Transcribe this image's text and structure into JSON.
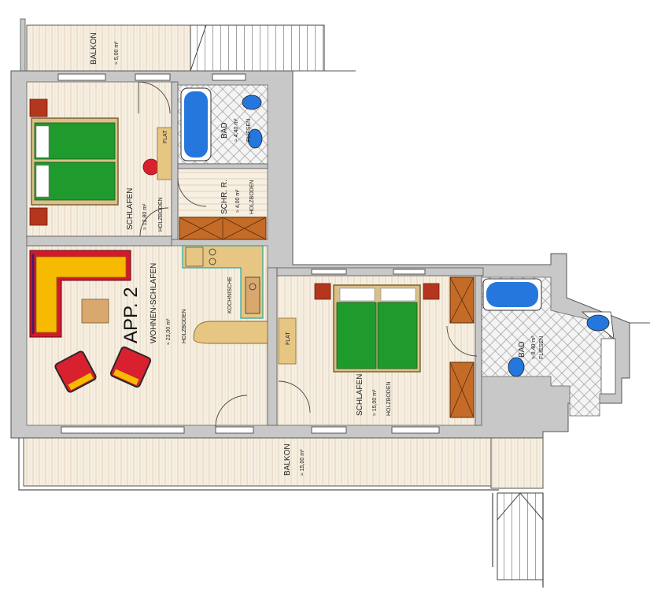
{
  "apartment": {
    "label": "APP. 2"
  },
  "rooms": {
    "balkon_top": {
      "name": "BALKON",
      "area": "≈ 5,00 m²"
    },
    "schlafen_left": {
      "name": "SCHLAFEN",
      "area": "≈ 12,80 m²",
      "floor": "HOLZBODEN"
    },
    "bad_top": {
      "name": "BAD",
      "area": "≈ 4,40 m²",
      "floor": "FLIESEN"
    },
    "schrank": {
      "name": "SCHR. R.",
      "area": "≈ 4,00 m²",
      "floor": "HOLZBODEN"
    },
    "wohnen": {
      "name": "WOHNEN-SCHLAFEN",
      "area": "≈ 23,00 m²",
      "floor": "HOLZBODEN"
    },
    "kueche": {
      "name": "KOCHNISCHE"
    },
    "schlafen_right": {
      "name": "SCHLAFEN",
      "area": "≈ 15,00 m²",
      "floor": "HOLZBODEN"
    },
    "bad_right": {
      "name": "BAD",
      "area": "≈ 8,40 m²",
      "floor": "FLIESEN"
    },
    "balkon_bottom": {
      "name": "BALKON",
      "area": "≈ 15,00 m²"
    }
  },
  "fixtures": {
    "tv_label": "FLAT"
  },
  "colors": {
    "wall": "#c8c8c8",
    "wood_floor": "#f6efe2",
    "wood_grain": "#e2d2b8",
    "tile_floor": "#f2f2f2",
    "bed_green": "#1f9a2c",
    "blue_fixture": "#2577dd",
    "cabinet": "#c46b28",
    "sofa_yellow": "#f6bb00",
    "sofa_red": "#d6182d",
    "armchair_red": "#d9202e",
    "table": "#d9a86e",
    "counter": "#e6c682"
  }
}
